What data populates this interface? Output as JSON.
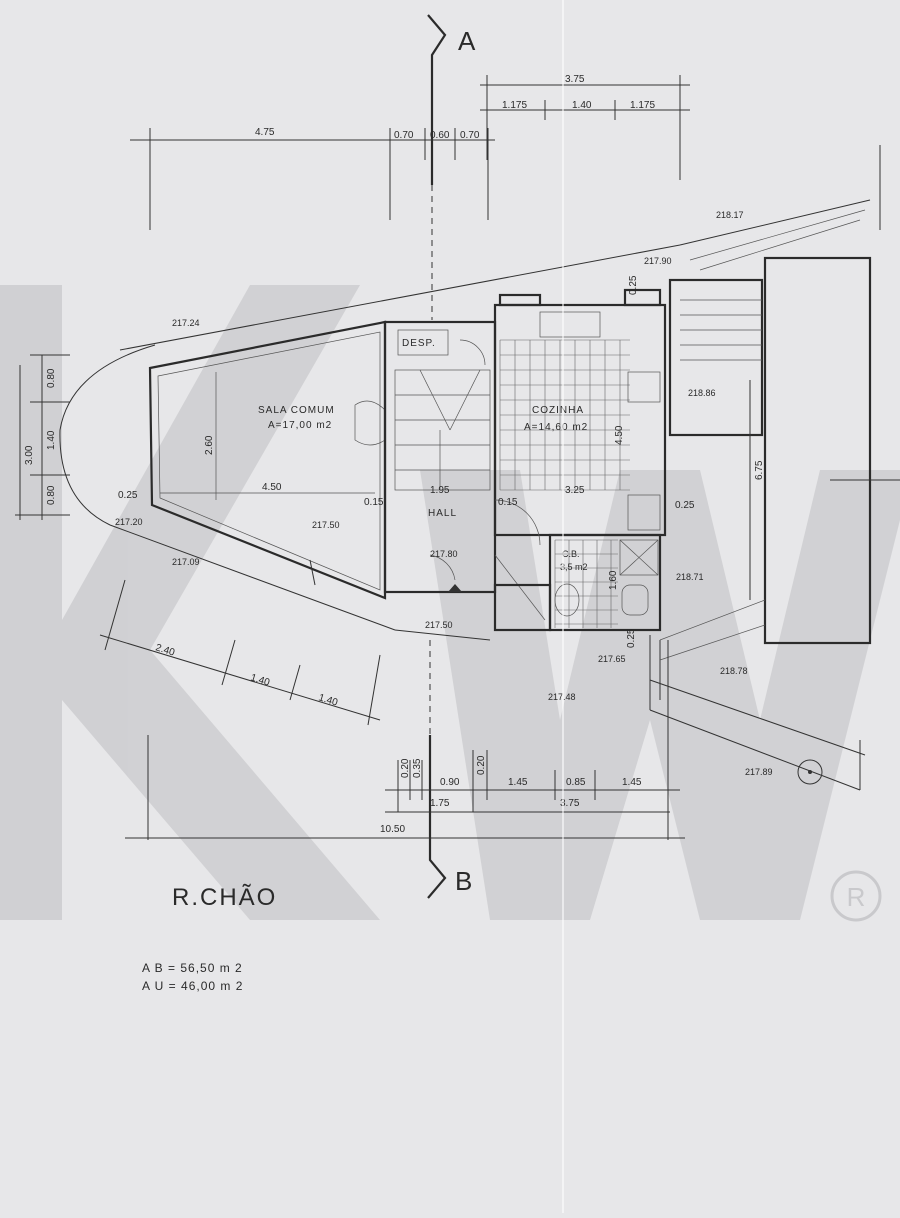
{
  "plan": {
    "floor_title": "R.CHÃO",
    "section_a": "A",
    "section_b": "B",
    "area_bruta": "A B = 56,50 m 2",
    "area_util": "A U = 46,00 m 2",
    "watermark": "KW",
    "registered_mark": "R"
  },
  "rooms": {
    "sala_name": "SALA COMUM",
    "sala_area": "A=17,00 m2",
    "cozinha_name": "COZINHA",
    "cozinha_area": "A=14,60 m2",
    "hall": "HALL",
    "desp": "DESP.",
    "wc_name": "C.B.",
    "wc_area": "3,5 m2"
  },
  "dimensions": {
    "top_475": "4.75",
    "top_070a": "0.70",
    "top_060": "0.60",
    "top_070b": "0.70",
    "top_375": "3.75",
    "top_1175a": "1.175",
    "top_140": "1.40",
    "top_1175b": "1.175",
    "left_080a": "0.80",
    "left_140": "1.40",
    "left_080b": "0.80",
    "left_300": "3.00",
    "sala_260": "2.60",
    "sala_450": "4.50",
    "sala_025": "0.25",
    "hall_015": "0.15",
    "hall_195": "1.95",
    "coz_015": "0.15",
    "coz_325": "3.25",
    "coz_025": "0.25",
    "coz_450": "4.50",
    "wc_160": "1.60",
    "right_675": "6.75",
    "top_025": "0.25",
    "bot_025": "0.25",
    "diag_240": "2.40",
    "diag_140a": "1.40",
    "diag_140b": "1.40",
    "bot_020a": "0.20",
    "bot_035": "0.35",
    "bot_020b": "0.20",
    "bot_090": "0.90",
    "bot_145a": "1.45",
    "bot_085": "0.85",
    "bot_145b": "1.45",
    "bot_175": "1.75",
    "bot_375": "3.75",
    "bot_1050": "10.50"
  },
  "levels": {
    "l21817": "218.17",
    "l21790": "217.90",
    "l21724": "217.24",
    "l21886": "218.86",
    "l21720": "217.20",
    "l21750a": "217.50",
    "l21709": "217.09",
    "l21780": "217.80",
    "l21871": "218.71",
    "l21750b": "217.50",
    "l21765": "217.65",
    "l21878": "218.78",
    "l21748": "217.48",
    "l21789": "217.89"
  },
  "colors": {
    "paper": "#e7e7e9",
    "ink": "#2a2a2a",
    "watermark": "#c9c9cc"
  }
}
